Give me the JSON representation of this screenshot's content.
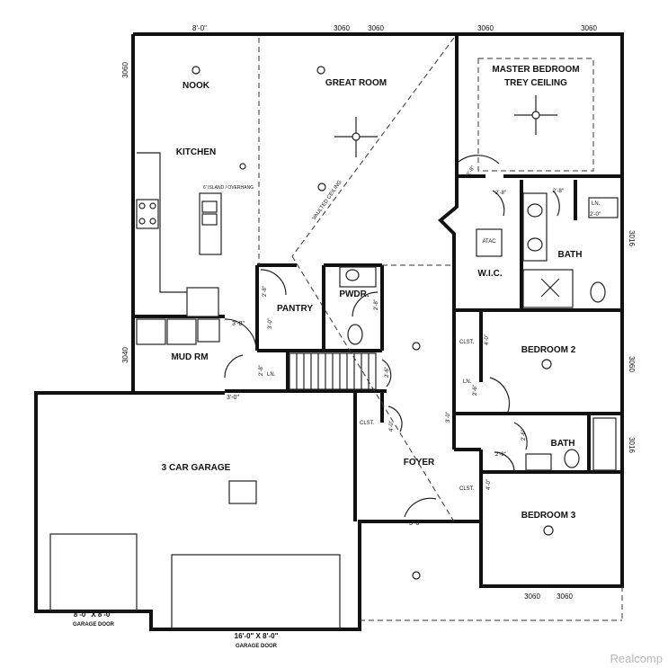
{
  "rooms": {
    "nook": "NOOK",
    "great_room": "GREAT ROOM",
    "master_bedroom": "MASTER BEDROOM",
    "trey_ceiling": "TREY CEILING",
    "kitchen": "KITCHEN",
    "wic": "W.I.C.",
    "master_bath": "BATH",
    "pantry": "PANTRY",
    "powder": "PWDR.",
    "mud_rm": "MUD RM",
    "bedroom2": "BEDROOM 2",
    "bath2": "BATH",
    "foyer": "FOYER",
    "garage": "3 CAR GARAGE",
    "bedroom3": "BEDROOM 3"
  },
  "notes": {
    "vaulted_ceiling": "VAULTED CEILING",
    "island": "6' ISLAND / OVERHANG",
    "atac": "ATAC",
    "garage_door_left": "8'-0\" X 8'-0\"",
    "garage_door_left_sub": "GARAGE DOOR",
    "garage_door_right": "16'-0\" X 8'-0\"",
    "garage_door_right_sub": "GARAGE DOOR",
    "watermark": "Realcomp"
  },
  "dims": {
    "top_nook": "8'-0\"",
    "top_gr1": "3060",
    "top_gr2": "3060",
    "top_mb1": "3060",
    "top_mb2": "3060",
    "left_top": "3060",
    "left_mid": "3040",
    "right_bath": "3016",
    "right_bed2": "3060",
    "right_bath2": "3016",
    "bottom1": "3060",
    "bottom2": "3060",
    "mb_door": "2'-8\"",
    "mb_bath_door": "2'-8\"",
    "mb_bath_door2": "2'-8\"",
    "linen_door": "2'-0\"",
    "pantry_door": "2'-8\"",
    "pwdr_door": "2'-8\"",
    "mud_door": "3'-0\"",
    "ln_door": "2'-8\"",
    "garage_entry": "3'-0\"",
    "stair_door": "2'-6\"",
    "clst_b2": "4'-0\"",
    "ln2_door": "2'-6\"",
    "bed2_door": "3'-0\"",
    "bath2_door": "2'-6\"",
    "bath2_door2": "2'-8\"",
    "clst_foyer": "4'-0\"",
    "clst_b3": "4'-0\"",
    "front_door": "3'-0\"",
    "foyer_side": "3'-0\"",
    "ln_label": "LN.",
    "clst_label": "CLST."
  }
}
